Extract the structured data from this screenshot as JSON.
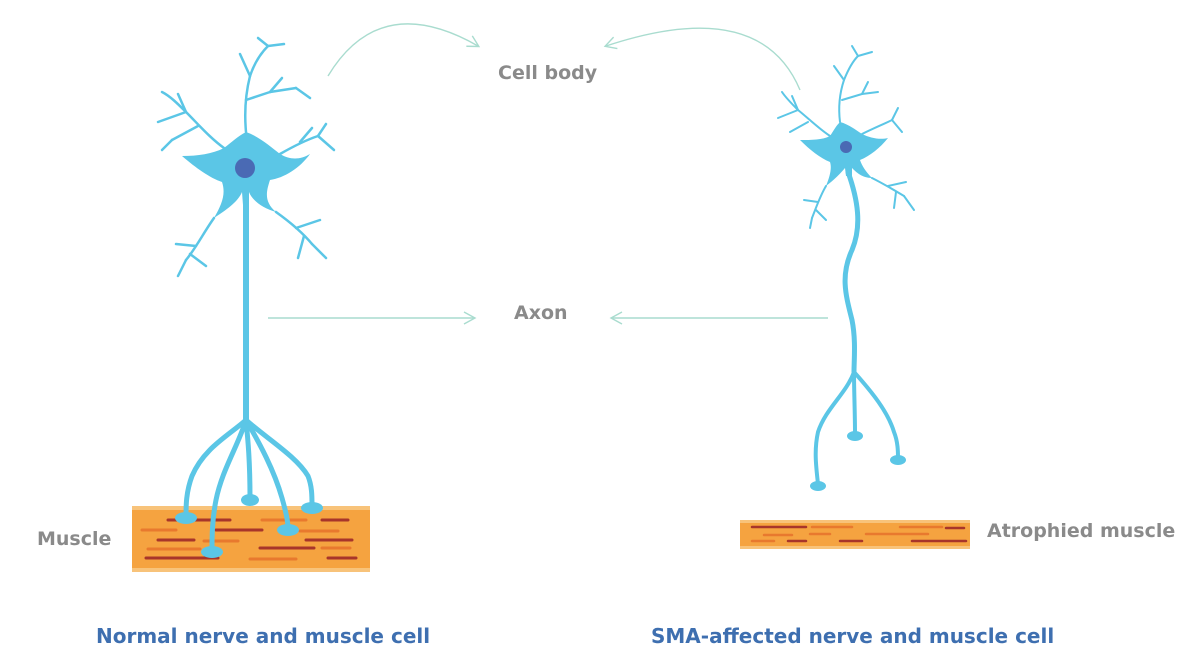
{
  "labels": {
    "cell_body": "Cell body",
    "axon": "Axon",
    "muscle": "Muscle",
    "atrophied_muscle": "Atrophied muscle"
  },
  "captions": {
    "normal": "Normal nerve and muscle cell",
    "sma": "SMA-affected nerve and muscle cell"
  },
  "colors": {
    "neuron": "#5bc6e6",
    "nucleus": "#4a6ab4",
    "muscle_fill": "#f5a340",
    "muscle_edge": "#f8c37a",
    "fiber_dark": "#a8352a",
    "fiber_light": "#e8792e",
    "arrow": "#a9dccf",
    "label": "#8a8a8a",
    "caption": "#3e6fb0"
  }
}
